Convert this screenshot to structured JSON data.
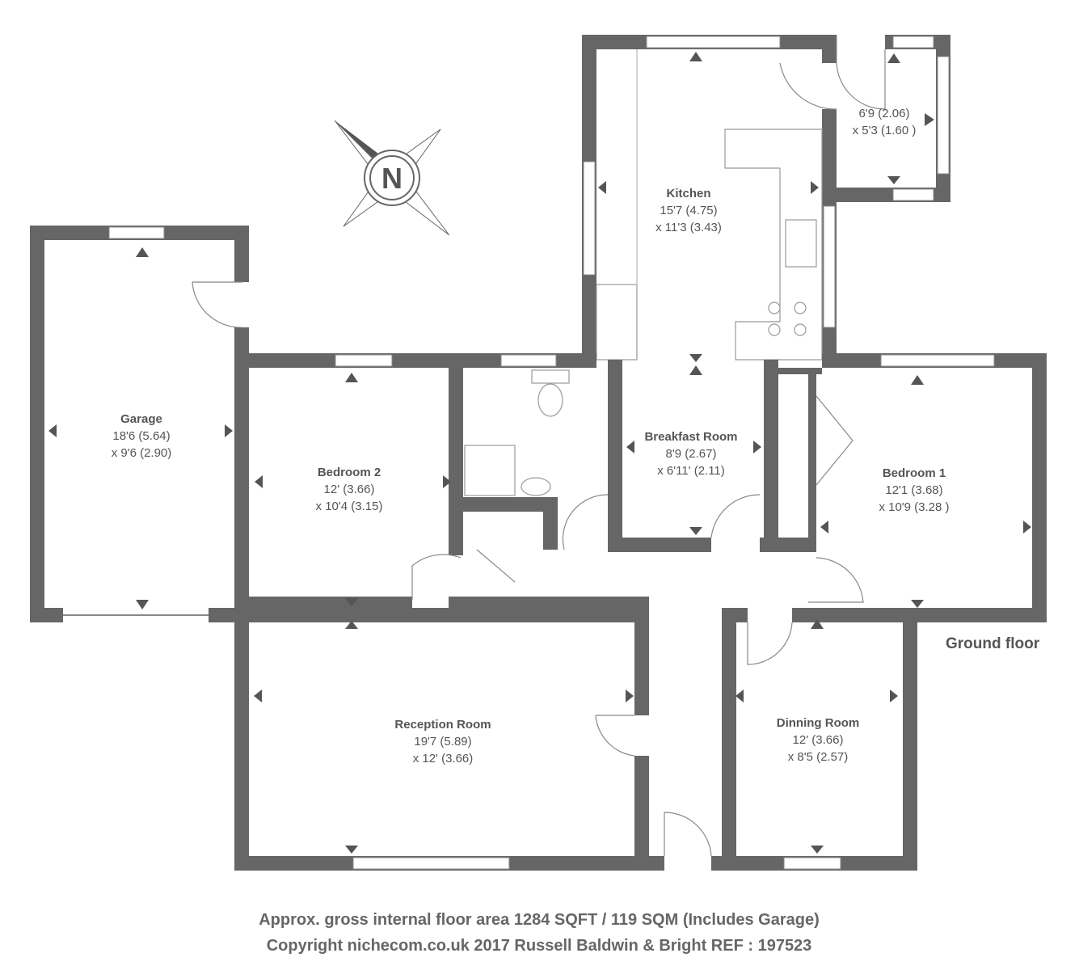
{
  "compass": {
    "letter": "N"
  },
  "floor_label": "Ground floor",
  "rooms": {
    "kitchen": {
      "name": "Kitchen",
      "dim1": "15'7 (4.75)",
      "dim2": "x 11'3 (3.43)"
    },
    "porch": {
      "name": "",
      "dim1": "6'9 (2.06)",
      "dim2": "x 5'3 (1.60 )"
    },
    "garage": {
      "name": "Garage",
      "dim1": "18'6 (5.64)",
      "dim2": "x 9'6 (2.90)"
    },
    "bedroom2": {
      "name": "Bedroom 2",
      "dim1": "12' (3.66)",
      "dim2": "x 10'4 (3.15)"
    },
    "breakfast": {
      "name": "Breakfast Room",
      "dim1": "8'9 (2.67)",
      "dim2": "x 6'11' (2.11)"
    },
    "bedroom1": {
      "name": "Bedroom 1",
      "dim1": "12'1 (3.68)",
      "dim2": "x 10'9 (3.28 )"
    },
    "reception": {
      "name": "Reception Room",
      "dim1": "19'7 (5.89)",
      "dim2": "x 12' (3.66)"
    },
    "dining": {
      "name": "Dinning Room",
      "dim1": "12' (3.66)",
      "dim2": "x 8'5 (2.57)"
    }
  },
  "footer": {
    "area": "Approx. gross internal floor area 1284  SQFT / 119 SQM (Includes Garage)",
    "copyright": "Copyright nichecom.co.uk 2017 Russell Baldwin & Bright REF : 197523"
  },
  "colors": {
    "wall": "#666666",
    "text": "#555555"
  }
}
